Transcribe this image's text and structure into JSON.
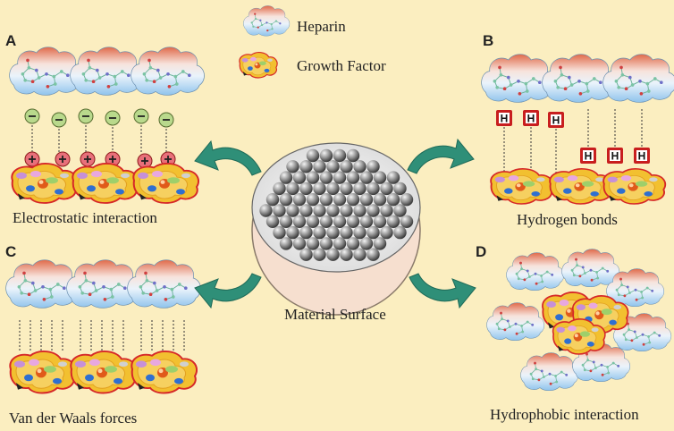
{
  "legend": {
    "heparin": "Heparin",
    "growth_factor": "Growth Factor"
  },
  "center": {
    "label": "Material Surface"
  },
  "panels": [
    {
      "letter": "A",
      "caption": "Electrostatic interaction"
    },
    {
      "letter": "B",
      "caption": "Hydrogen bonds"
    },
    {
      "letter": "C",
      "caption": "Van der Waals forces"
    },
    {
      "letter": "D",
      "caption": "Hydrophobic interaction"
    }
  ],
  "symbols": {
    "minus": "−",
    "plus": "+",
    "hbond": "H"
  },
  "colors": {
    "background": "#fbeec0",
    "heparin_top": "#e06a4a",
    "heparin_bottom": "#8fc3ec",
    "arrow": "#2f8f78",
    "negative_charge": "#b9d98c",
    "positive_charge": "#e8707a",
    "hbond_box": "#c81e1e",
    "growth_factor_body": "#f2c030"
  }
}
